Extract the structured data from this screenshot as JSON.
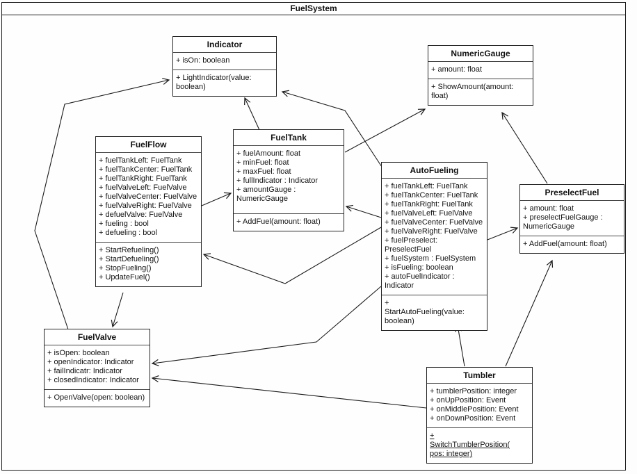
{
  "diagram": {
    "title": "FuelSystem",
    "type": "uml-class-diagram"
  },
  "colors": {
    "line": "#1a1a1a",
    "box_border": "#222222",
    "box_background": "#ffffff",
    "text": "#111111"
  },
  "classes": [
    {
      "name": "Indicator",
      "attributes": [
        "+ isOn: boolean"
      ],
      "methods": [
        "+ LightIndicator(value: boolean)"
      ]
    },
    {
      "name": "NumericGauge",
      "attributes": [
        "+ amount: float"
      ],
      "methods": [
        "+ ShowAmount(amount: float)"
      ]
    },
    {
      "name": "FuelFlow",
      "attributes": [
        "+ fuelTankLeft: FuelTank",
        "+ fuelTankCenter: FuelTank",
        "+ fuelTankRight: FuelTank",
        "+ fuelValveLeft: FuelValve",
        "+ fuelValveCenter: FuelValve",
        "+ fuelValveRight: FuelValve",
        "+ defuelValve: FuelValve",
        "+ fueling : bool",
        "+ defueling : bool"
      ],
      "methods": [
        "+ StartRefueling()",
        "+ StartDefueling()",
        "+ StopFueling()",
        "+ UpdateFuel()"
      ]
    },
    {
      "name": "FuelTank",
      "attributes": [
        "+ fuelAmount: float",
        "+ minFuel: float",
        "+ maxFuel: float",
        "+ fullIndicator : Indicator",
        "+ amountGauge : NumericGauge"
      ],
      "methods": [
        "+ AddFuel(amount: float)"
      ]
    },
    {
      "name": "AutoFueling",
      "attributes": [
        "+ fuelTankLeft: FuelTank",
        "+ fuelTankCenter: FuelTank",
        "+ fuelTankRight: FuelTank",
        "+ fuelValveLeft: FuelValve",
        "+ fuelValveCenter: FuelValve",
        "+ fuelValveRight: FuelValve",
        "+ fuelPreselect: PreselectFuel",
        "+ fuelSystem : FuelSystem",
        "+ isFueling: boolean",
        "+ autoFuelIndicator : Indicator"
      ],
      "methods": [
        "+ StartAutoFueling(value: boolean)"
      ]
    },
    {
      "name": "PreselectFuel",
      "attributes": [
        "+ amount: float",
        "+ preselectFuelGauge : NumericGauge"
      ],
      "methods": [
        "+ AddFuel(amount: float)"
      ]
    },
    {
      "name": "FuelValve",
      "attributes": [
        "+ isOpen: boolean",
        "+ openIndicator: Indicator",
        "+ failIndicatr: Indicator",
        "+ closedIndicator: Indicator"
      ],
      "methods": [
        "+ OpenValve(open: boolean)"
      ]
    },
    {
      "name": "Tumbler",
      "attributes": [
        "+ tumblerPosition: integer",
        "+ onUpPosition: Event",
        "+ onMiddlePosition: Event",
        "+ onDownPosition: Event"
      ],
      "methods": [
        "+ SwitchTumblerPosition(pos: integer)"
      ]
    }
  ],
  "relationships": [
    {
      "from": "FuelValve",
      "to": "Indicator",
      "type": "directed-association"
    },
    {
      "from": "FuelTank",
      "to": "Indicator",
      "type": "directed-association"
    },
    {
      "from": "AutoFueling",
      "to": "Indicator",
      "type": "directed-association"
    },
    {
      "from": "FuelTank",
      "to": "NumericGauge",
      "type": "directed-association"
    },
    {
      "from": "PreselectFuel",
      "to": "NumericGauge",
      "type": "directed-association"
    },
    {
      "from": "FuelFlow",
      "to": "FuelTank",
      "type": "directed-association"
    },
    {
      "from": "AutoFueling",
      "to": "FuelTank",
      "type": "directed-association"
    },
    {
      "from": "AutoFueling",
      "to": "PreselectFuel",
      "type": "directed-association"
    },
    {
      "from": "AutoFueling",
      "to": "FuelFlow",
      "type": "directed-association"
    },
    {
      "from": "AutoFueling",
      "to": "FuelValve",
      "type": "directed-association"
    },
    {
      "from": "FuelFlow",
      "to": "FuelValve",
      "type": "directed-association"
    },
    {
      "from": "Tumbler",
      "to": "FuelValve",
      "type": "directed-association"
    },
    {
      "from": "Tumbler",
      "to": "AutoFueling",
      "type": "directed-association"
    },
    {
      "from": "Tumbler",
      "to": "PreselectFuel",
      "type": "directed-association"
    }
  ]
}
